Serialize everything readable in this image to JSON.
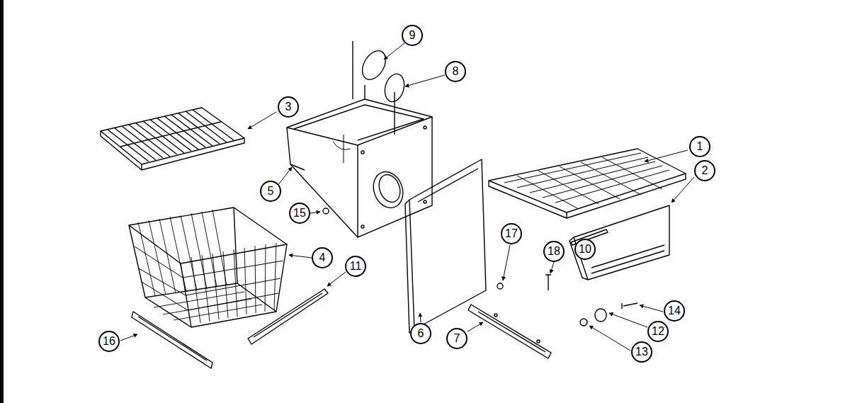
{
  "diagram": {
    "nodes": [
      {
        "text": [
          "9"
        ]
      },
      {
        "text": [
          "8"
        ]
      },
      {
        "text": [
          "3"
        ]
      },
      {
        "text": [
          "1"
        ]
      },
      {
        "text": [
          "2"
        ]
      },
      {
        "text": [
          "5"
        ]
      },
      {
        "text": [
          "15"
        ]
      },
      {
        "text": [
          "17"
        ]
      },
      {
        "text": [
          "18"
        ]
      },
      {
        "text": [
          "4"
        ]
      },
      {
        "text": [
          "11"
        ]
      },
      {
        "text": [
          "10"
        ]
      },
      {
        "text": [
          "14"
        ]
      },
      {
        "text": [
          "12"
        ]
      },
      {
        "text": [
          "6"
        ]
      },
      {
        "text": [
          "7"
        ]
      },
      {
        "text": [
          "16"
        ]
      },
      {
        "text": [
          "13"
        ]
      }
    ]
  }
}
